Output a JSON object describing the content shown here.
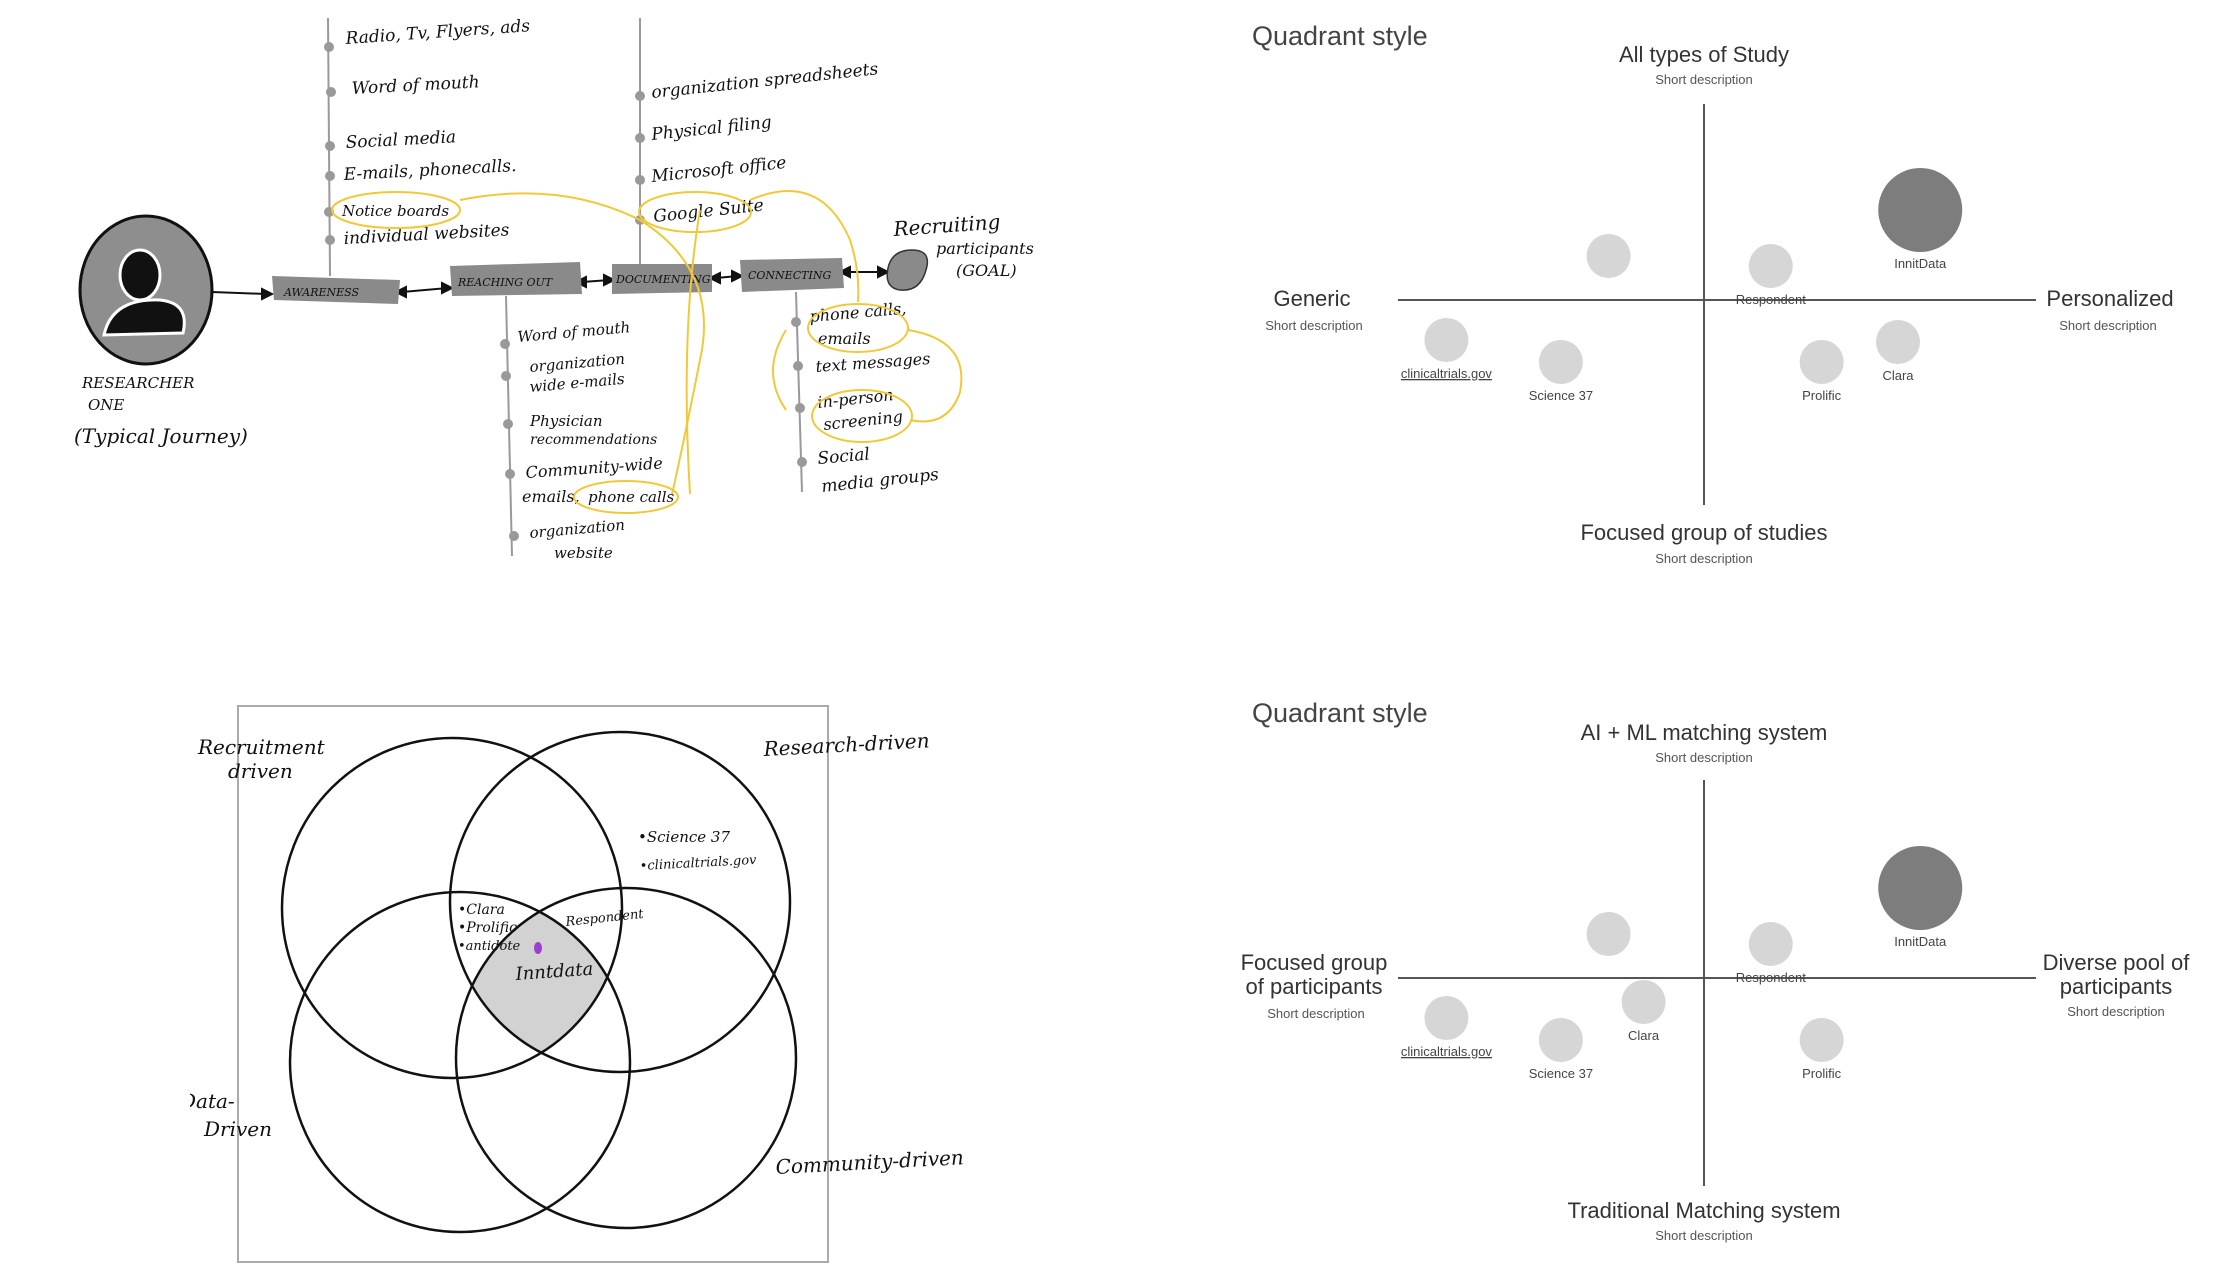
{
  "journey": {
    "researcher": [
      "RESEARCHER",
      "ONE",
      "(Typical Journey)"
    ],
    "stages": [
      "AWARENESS",
      "REACHING OUT",
      "DOCUMENTING",
      "CONNECTING"
    ],
    "goal": [
      "Recruiting",
      "participants",
      "(GOAL)"
    ],
    "awareness_items": [
      "Radio, Tv, Flyers, ads",
      "Word of mouth",
      "Social media",
      "E-mails, phonecalls.",
      "Notice boards",
      "individual websites"
    ],
    "documenting_items": [
      "organization spreadsheets",
      "Physical filing",
      "Microsoft office",
      "Google Suite"
    ],
    "reaching_items": [
      "Word of mouth",
      "organization",
      "wide e-mails",
      "Physician",
      "recommendations",
      "Community-wide",
      "emails,",
      "phone calls",
      "organization",
      "website"
    ],
    "connecting_items": [
      "phone calls,",
      "emails",
      "text messages",
      "in-person",
      "screening",
      "Social",
      "media groups"
    ]
  },
  "venn": {
    "labels": [
      "Recruitment",
      "driven",
      "Research-driven",
      "Data-",
      "Driven",
      "Community-driven"
    ],
    "members": [
      "•Science 37",
      "•clinicaltrials.gov",
      "•Clara",
      "•Prolific",
      "•antidote",
      "Respondent",
      "Inntdata"
    ]
  },
  "quadrant1": {
    "title": "Quadrant style",
    "top": "All types of Study",
    "bottom": "Focused group of studies",
    "left": "Generic",
    "right": "Personalized",
    "desc": "Short description",
    "points": [
      {
        "label": "InnitData",
        "x": 0.68,
        "y": 0.45,
        "highlight": true
      },
      {
        "label": "",
        "x": -0.3,
        "y": 0.22,
        "highlight": false
      },
      {
        "label": "Respondent",
        "x": 0.21,
        "y": 0.17,
        "highlight": false
      },
      {
        "label": "clinicaltrials.gov",
        "x": -0.81,
        "y": -0.2,
        "highlight": false,
        "link": true
      },
      {
        "label": "Science 37",
        "x": -0.45,
        "y": -0.31,
        "highlight": false
      },
      {
        "label": "Prolific",
        "x": 0.37,
        "y": -0.31,
        "highlight": false
      },
      {
        "label": "Clara",
        "x": 0.61,
        "y": -0.21,
        "highlight": false
      }
    ]
  },
  "quadrant2": {
    "title": "Quadrant style",
    "top": "AI + ML matching system",
    "bottom": "Traditional Matching system",
    "left": [
      "Focused group",
      "of participants"
    ],
    "right": [
      "Diverse pool of",
      "participants"
    ],
    "desc": "Short description",
    "points": [
      {
        "label": "InnitData",
        "x": 0.68,
        "y": 0.45,
        "highlight": true
      },
      {
        "label": "",
        "x": -0.3,
        "y": 0.22,
        "highlight": false
      },
      {
        "label": "Respondent",
        "x": 0.21,
        "y": 0.17,
        "highlight": false
      },
      {
        "label": "Clara",
        "x": -0.19,
        "y": -0.12,
        "highlight": false
      },
      {
        "label": "clinicaltrials.gov",
        "x": -0.81,
        "y": -0.2,
        "highlight": false,
        "link": true
      },
      {
        "label": "Science 37",
        "x": -0.45,
        "y": -0.31,
        "highlight": false
      },
      {
        "label": "Prolific",
        "x": 0.37,
        "y": -0.31,
        "highlight": false
      }
    ]
  },
  "colors": {
    "yellow": "#f0c93a",
    "grey": "#8e8e8e",
    "light": "#d6d6d6",
    "dark": "#7d7d7d"
  }
}
